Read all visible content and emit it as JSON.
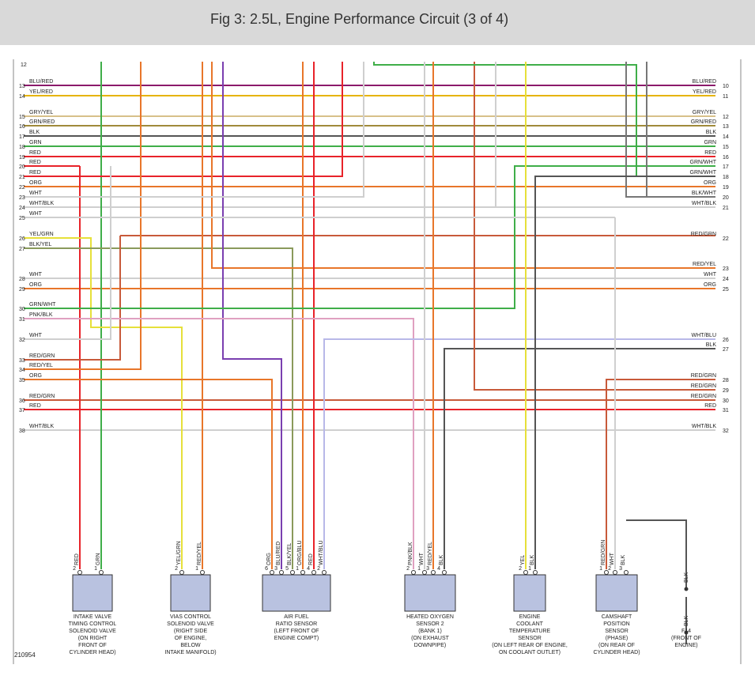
{
  "title": "Fig 3: 2.5L, Engine Performance Circuit (3 of 4)",
  "figure_id": "210954",
  "wire_colors": {
    "RED": "#e8232a",
    "GRN": "#3fae49",
    "YEL": "#e6c53a",
    "BLU": "#7a3fb0",
    "ORG": "#e8762a",
    "BLK": "#555555",
    "WHT": "#cfcfcf",
    "GRY": "#bdbdbd",
    "PNK": "#e0a0c0",
    "LTGRN": "#8ec63f",
    "OLIVE": "#8a9a5b",
    "ROSE": "#c0707a"
  },
  "top_stub": "12",
  "left_rows": [
    {
      "num": "13",
      "label": "BLU/RED"
    },
    {
      "num": "14",
      "label": "YEL/RED"
    },
    {
      "num": "15",
      "label": "GRY/YEL"
    },
    {
      "num": "16",
      "label": "GRN/RED"
    },
    {
      "num": "17",
      "label": "BLK"
    },
    {
      "num": "18",
      "label": "GRN"
    },
    {
      "num": "19",
      "label": "RED"
    },
    {
      "num": "20",
      "label": "RED"
    },
    {
      "num": "21",
      "label": "RED"
    },
    {
      "num": "22",
      "label": "ORG"
    },
    {
      "num": "23",
      "label": "WHT"
    },
    {
      "num": "24",
      "label": "WHT/BLK"
    },
    {
      "num": "25",
      "label": "WHT"
    },
    {
      "num": "26",
      "label": "YEL/GRN"
    },
    {
      "num": "27",
      "label": "BLK/YEL"
    },
    {
      "num": "28",
      "label": "WHT"
    },
    {
      "num": "29",
      "label": "ORG"
    },
    {
      "num": "30",
      "label": "GRN/WHT"
    },
    {
      "num": "31",
      "label": "PNK/BLK"
    },
    {
      "num": "32",
      "label": "WHT"
    },
    {
      "num": "33",
      "label": "RED/GRN"
    },
    {
      "num": "34",
      "label": "RED/YEL"
    },
    {
      "num": "35",
      "label": "ORG"
    },
    {
      "num": "36",
      "label": "RED/GRN"
    },
    {
      "num": "37",
      "label": "RED"
    },
    {
      "num": "38",
      "label": "WHT/BLK"
    }
  ],
  "right_rows": [
    {
      "num": "10",
      "label": "BLU/RED"
    },
    {
      "num": "11",
      "label": "YEL/RED"
    },
    {
      "num": "12",
      "label": "GRY/YEL"
    },
    {
      "num": "13",
      "label": "GRN/RED"
    },
    {
      "num": "14",
      "label": "BLK"
    },
    {
      "num": "15",
      "label": "GRN"
    },
    {
      "num": "16",
      "label": "RED"
    },
    {
      "num": "17",
      "label": "GRN/WHT"
    },
    {
      "num": "18",
      "label": "GRN/WHT"
    },
    {
      "num": "19",
      "label": "ORG"
    },
    {
      "num": "20",
      "label": "BLK/WHT"
    },
    {
      "num": "21",
      "label": "WHT/BLK"
    },
    {
      "num": "22",
      "label": "RED/GRN"
    },
    {
      "num": "23",
      "label": "RED/YEL"
    },
    {
      "num": "24",
      "label": "WHT"
    },
    {
      "num": "25",
      "label": "ORG"
    },
    {
      "num": "26",
      "label": "WHT/BLU"
    },
    {
      "num": "27",
      "label": "BLK"
    },
    {
      "num": "28",
      "label": "RED/GRN"
    },
    {
      "num": "29",
      "label": "RED/GRN"
    },
    {
      "num": "30",
      "label": "RED/GRN"
    },
    {
      "num": "31",
      "label": "RED"
    },
    {
      "num": "32",
      "label": "WHT/BLK"
    }
  ],
  "components": [
    {
      "id": "ivtc",
      "pins": [
        {
          "n": "2",
          "w": "RED"
        },
        {
          "n": "1",
          "w": "GRN"
        }
      ],
      "name": [
        "INTAKE VALVE",
        "TIMING CONTROL",
        "SOLENOID VALVE",
        "(ON RIGHT",
        "FRONT OF",
        "CYLINDER HEAD)"
      ]
    },
    {
      "id": "vias",
      "pins": [
        {
          "n": "2",
          "w": "YEL/GRN"
        },
        {
          "n": "1",
          "w": "RED/YEL"
        }
      ],
      "name": [
        "VIAS CONTROL",
        "SOLENOID VALVE",
        "(RIGHT SIDE",
        "OF ENGINE,",
        "BELOW",
        "INTAKE MANIFOLD)"
      ]
    },
    {
      "id": "afr",
      "pins": [
        {
          "n": "6",
          "w": "ORG"
        },
        {
          "n": "3",
          "w": "BLU/RED"
        },
        {
          "n": "5",
          "w": "BLK/YEL"
        },
        {
          "n": "1",
          "w": "ORG/BLU"
        },
        {
          "n": "4",
          "w": "RED"
        },
        {
          "n": "2",
          "w": "WHT/BLU"
        }
      ],
      "name": [
        "AIR FUEL",
        "RATIO SENSOR",
        "(LEFT FRONT OF",
        "ENGINE COMPT)"
      ]
    },
    {
      "id": "ho2s",
      "pins": [
        {
          "n": "2",
          "w": "PNK/BLK"
        },
        {
          "n": "1",
          "w": "WHT"
        },
        {
          "n": "3",
          "w": "RED/YEL"
        },
        {
          "n": "4",
          "w": "BLK"
        }
      ],
      "name": [
        "HEATED OXYGEN",
        "SENSOR 2",
        "(BANK 1)",
        "(ON EXHAUST",
        "DOWNPIPE)"
      ]
    },
    {
      "id": "ect",
      "pins": [
        {
          "n": "2",
          "w": "YEL"
        },
        {
          "n": "1",
          "w": "BLK"
        }
      ],
      "name": [
        "ENGINE",
        "COOLANT",
        "TEMPERATURE",
        "SENSOR",
        "(ON LEFT REAR OF ENGINE,",
        "ON COOLANT OUTLET)"
      ]
    },
    {
      "id": "cmp",
      "pins": [
        {
          "n": "1",
          "w": "RED/GRN"
        },
        {
          "n": "2",
          "w": "WHT"
        },
        {
          "n": "3",
          "w": "BLK"
        }
      ],
      "name": [
        "CAMSHAFT",
        "POSITION",
        "SENSOR",
        "(PHASE)",
        "(ON REAR OF",
        "CYLINDER HEAD)"
      ]
    },
    {
      "id": "f14",
      "pins": [
        {
          "n": "",
          "w": "BLK"
        },
        {
          "n": "",
          "w": "BLK"
        }
      ],
      "name": [
        "F14",
        "(FRONT OF",
        "ENGINE)"
      ]
    }
  ]
}
